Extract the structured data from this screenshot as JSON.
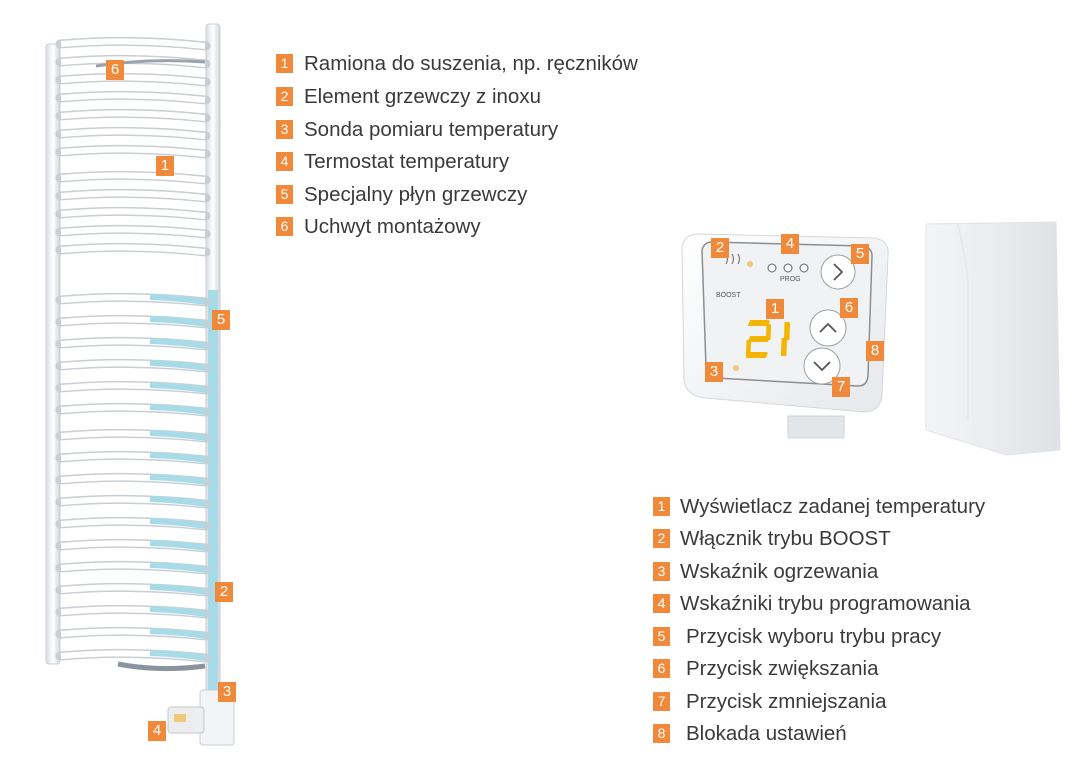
{
  "colors": {
    "badge": "#f08a3a",
    "pipe_fluid": "#a8dbe8",
    "display_digits": "#f5b400"
  },
  "radiator_callouts": [
    "6",
    "1",
    "5",
    "2",
    "3",
    "4"
  ],
  "thermostat_callouts": [
    "2",
    "4",
    "5",
    "1",
    "6",
    "8",
    "3",
    "7"
  ],
  "thermostat_display": {
    "temperature": "21",
    "boost_label": "BOOST",
    "prog_label": "PROG"
  },
  "legend_radiator": [
    {
      "num": "1",
      "text": "Ramiona do suszenia, np. ręczników"
    },
    {
      "num": "2",
      "text": "Element grzewczy z inoxu"
    },
    {
      "num": "3",
      "text": "Sonda pomiaru temperatury"
    },
    {
      "num": "4",
      "text": "Termostat temperatury"
    },
    {
      "num": "5",
      "text": "Specjalny płyn grzewczy"
    },
    {
      "num": "6",
      "text": "Uchwyt montażowy"
    }
  ],
  "legend_thermostat": [
    {
      "num": "1",
      "text": "Wyświetlacz zadanej temperatury"
    },
    {
      "num": "2",
      "text": "Włącznik trybu BOOST"
    },
    {
      "num": "3",
      "text": "Wskaźnik ogrzewania"
    },
    {
      "num": "4",
      "text": "Wskaźniki trybu programowania"
    },
    {
      "num": "5",
      "text": "Przycisk wyboru trybu pracy"
    },
    {
      "num": "6",
      "text": "Przycisk zwiększania"
    },
    {
      "num": "7",
      "text": "Przycisk zmniejszania"
    },
    {
      "num": "8",
      "text": "Blokada ustawień"
    }
  ]
}
